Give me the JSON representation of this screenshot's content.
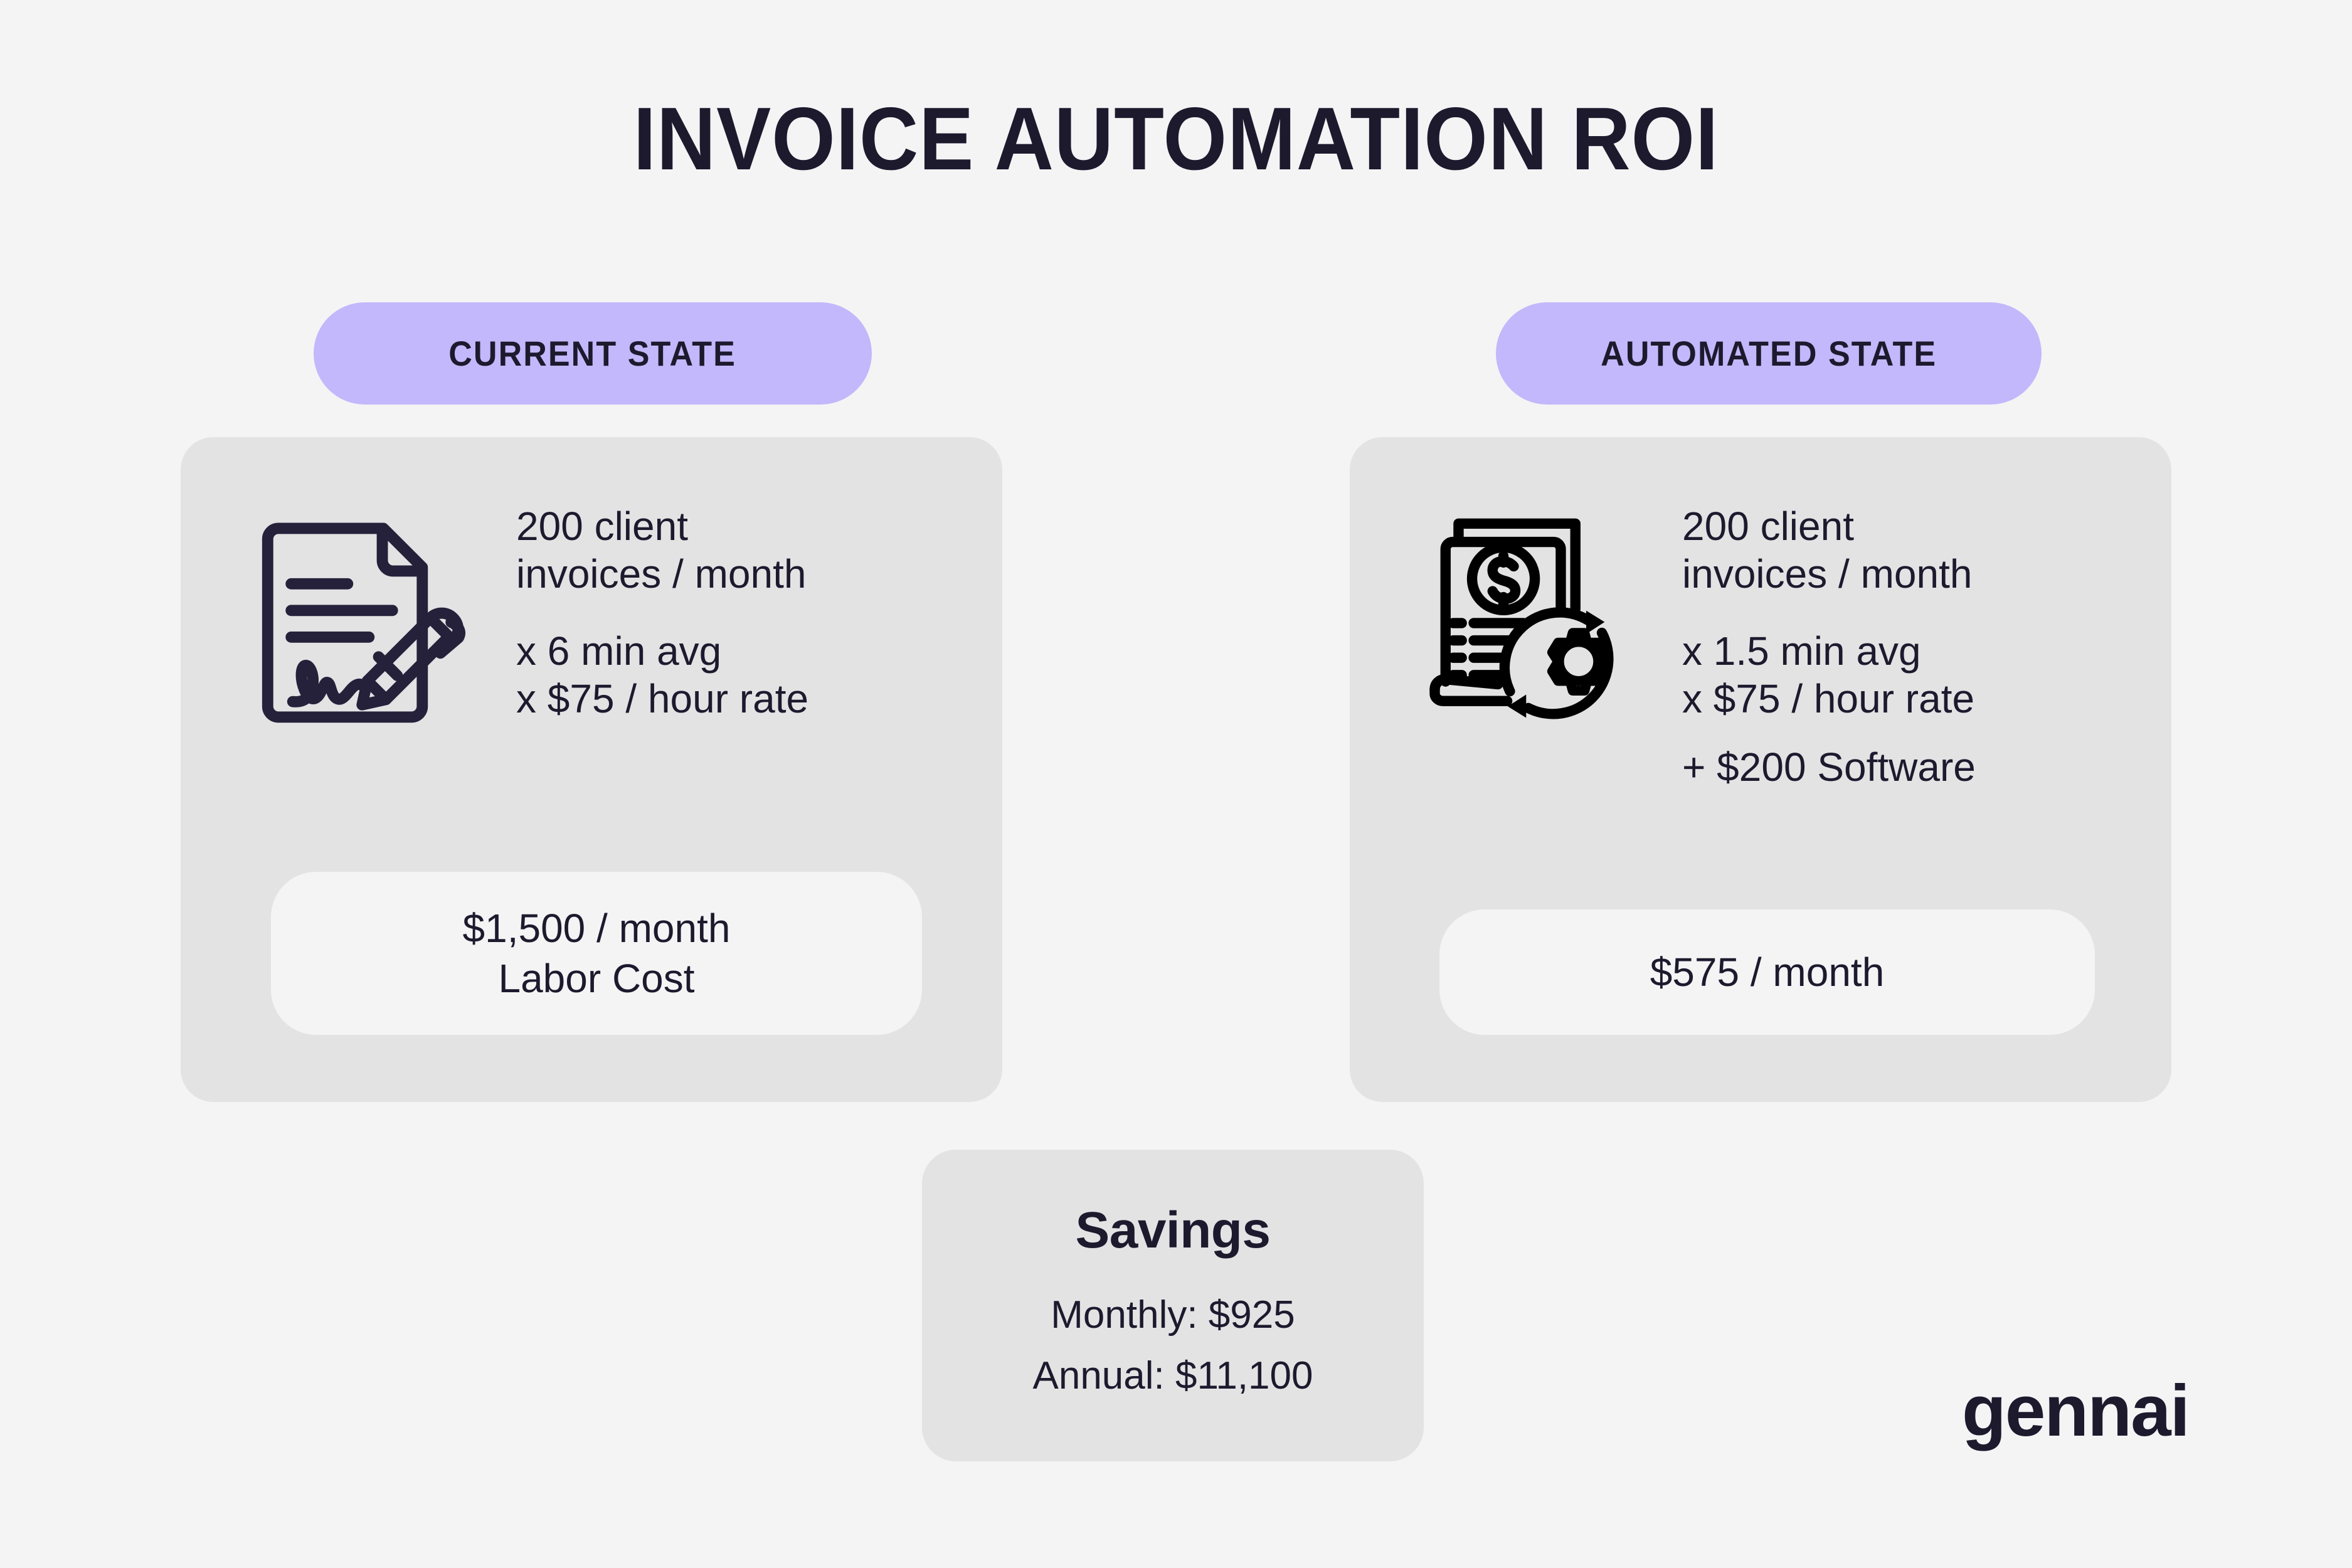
{
  "page": {
    "title": "INVOICE AUTOMATION ROI",
    "background_color": "#f4f4f5",
    "text_color": "#1d1a2e",
    "accent_color": "#c3b8fb",
    "card_color": "#e3e3e4"
  },
  "columns": [
    {
      "pill_label": "CURRENT STATE",
      "icon": "signed-document-pen-icon",
      "metrics_group_1": [
        "200 client",
        "invoices / month"
      ],
      "metrics_group_2": [
        "x 6 min avg",
        "x $75 / hour rate"
      ],
      "result_lines": [
        "$1,500 / month",
        "Labor Cost"
      ]
    },
    {
      "pill_label": "AUTOMATED STATE",
      "icon": "automated-invoice-gear-icon",
      "metrics_group_1": [
        "200 client",
        "invoices / month"
      ],
      "metrics_group_2": [
        "x 1.5 min avg",
        "x $75 / hour rate",
        "+ $200 Software"
      ],
      "result_lines": [
        "$575 / month"
      ]
    }
  ],
  "savings": {
    "title": "Savings",
    "monthly": "Monthly: $925",
    "annual": "Annual: $11,100"
  },
  "logo": {
    "text": "gennai"
  }
}
